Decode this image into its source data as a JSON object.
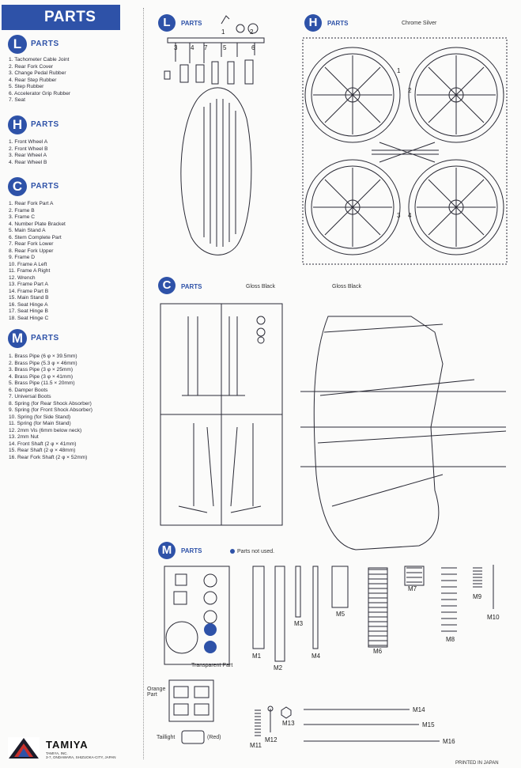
{
  "header": {
    "title": "PARTS"
  },
  "sections": {
    "L": {
      "letter": "L",
      "title": "PARTS",
      "items": [
        "1. Tachometer Cable Joint",
        "2. Rear Fork Cover",
        "3. Change Pedal Rubber",
        "4. Rear Step Rubber",
        "5. Step Rubber",
        "6. Accelerator Grip Rubber",
        "7. Seat"
      ]
    },
    "H": {
      "letter": "H",
      "title": "PARTS",
      "items": [
        "1. Front Wheel A",
        "2. Front Wheel B",
        "3. Rear Wheel A",
        "4. Rear Wheel B"
      ]
    },
    "C": {
      "letter": "C",
      "title": "PARTS",
      "items": [
        "1. Rear Fork Part A",
        "2. Frame B",
        "3. Frame C",
        "4. Number Plate Bracket",
        "5. Main Stand A",
        "6. Stem Complete Part",
        "7. Rear Fork Lower",
        "8. Rear Fork Upper",
        "9. Frame D",
        "10. Frame A Left",
        "11. Frame A Right",
        "12. Wrench",
        "13. Frame Part A",
        "14. Frame Part B",
        "15. Main Stand B",
        "16. Seat Hinge A",
        "17. Seat Hinge B",
        "18. Seat Hinge C"
      ]
    },
    "M": {
      "letter": "M",
      "title": "PARTS",
      "items": [
        "1. Brass Pipe (6 φ × 39.5mm)",
        "2. Brass Pipe (5.3 φ × 46mm)",
        "3. Brass Pipe (3 φ × 25mm)",
        "4. Brass Pipe (3 φ × 41mm)",
        "5. Brass Pipe (11.5 × 20mm)",
        "6. Damper Boots",
        "7. Universal Boots",
        "8. Spring (for Rear Shock Absorber)",
        "9. Spring (for Front Shock Absorber)",
        "10. Spring (for Side Stand)",
        "11. Spring (for Main Stand)",
        "12. 2mm Vis (6mm below neck)",
        "13. 2mm Nut",
        "14. Front Shaft (2 φ × 41mm)",
        "15. Rear Shaft (2 φ × 48mm)",
        "16. Rear Fork Shaft (2 φ × 52mm)"
      ]
    }
  },
  "diagrams": {
    "L": {
      "letter": "L",
      "title": "PARTS",
      "nums": [
        "1",
        "2",
        "3",
        "4",
        "5",
        "6",
        "7"
      ]
    },
    "H": {
      "letter": "H",
      "title": "PARTS",
      "color": "Chrome Silver",
      "nums": [
        "1",
        "2",
        "3",
        "4"
      ]
    },
    "C": {
      "letter": "C",
      "title": "PARTS",
      "color1": "Gloss Black",
      "color2": "Gloss Black"
    },
    "M": {
      "letter": "M",
      "title": "PARTS",
      "note": "Parts not used.",
      "transparent": "Transparent Part",
      "orange": "Orange Part",
      "taillight": "Taillight",
      "red": "(Red)",
      "labels": [
        "M1",
        "M2",
        "M3",
        "M4",
        "M5",
        "M6",
        "M7",
        "M8",
        "M9",
        "M10",
        "M11",
        "M12",
        "M13",
        "M14",
        "M15",
        "M16"
      ]
    }
  },
  "footer": {
    "brand": "TAMIYA",
    "company": "TAMIYA, INC.",
    "address": "3-7, ONDAWARA, SHIZUOKA-CITY, JAPAN",
    "printed": "PRINTED IN JAPAN"
  },
  "colors": {
    "accent": "#2e52a8"
  }
}
